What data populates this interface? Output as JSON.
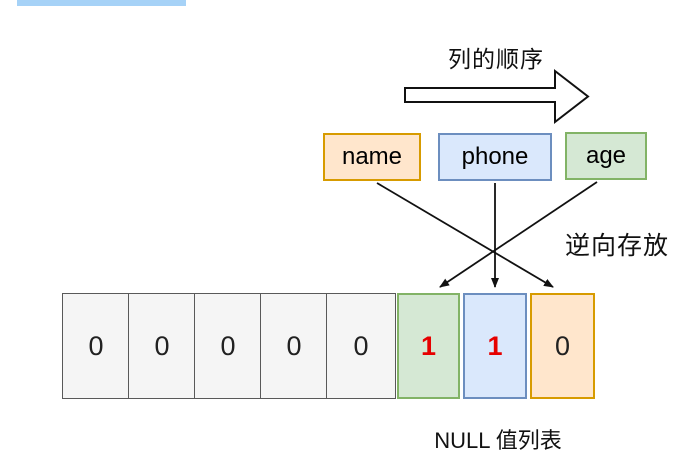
{
  "top_bar": {
    "color": "#a6d2f7"
  },
  "order_flow": {
    "label": "列的顺序"
  },
  "columns": {
    "items": [
      {
        "label": "name",
        "fill": "#ffe6cc",
        "border": "#d79b00"
      },
      {
        "label": "phone",
        "fill": "#dae8fc",
        "border": "#6c8ebf"
      },
      {
        "label": "age",
        "fill": "#d5e8d4",
        "border": "#82b366"
      }
    ]
  },
  "reverse_note": {
    "label": "逆向存放"
  },
  "null_bitmap": {
    "caption": "NULL 值列表",
    "red_value_color": "#e60000",
    "cells": [
      {
        "value": "0",
        "color_name": "gray"
      },
      {
        "value": "0",
        "color_name": "gray"
      },
      {
        "value": "0",
        "color_name": "gray"
      },
      {
        "value": "0",
        "color_name": "gray"
      },
      {
        "value": "0",
        "color_name": "gray"
      },
      {
        "value": "1",
        "color_name": "green",
        "highlighted": true
      },
      {
        "value": "1",
        "color_name": "blue",
        "highlighted": true
      },
      {
        "value": "0",
        "color_name": "orange"
      }
    ]
  },
  "mappings": [
    {
      "from": "name",
      "to_cell_index": 7
    },
    {
      "from": "phone",
      "to_cell_index": 6
    },
    {
      "from": "age",
      "to_cell_index": 5
    }
  ]
}
